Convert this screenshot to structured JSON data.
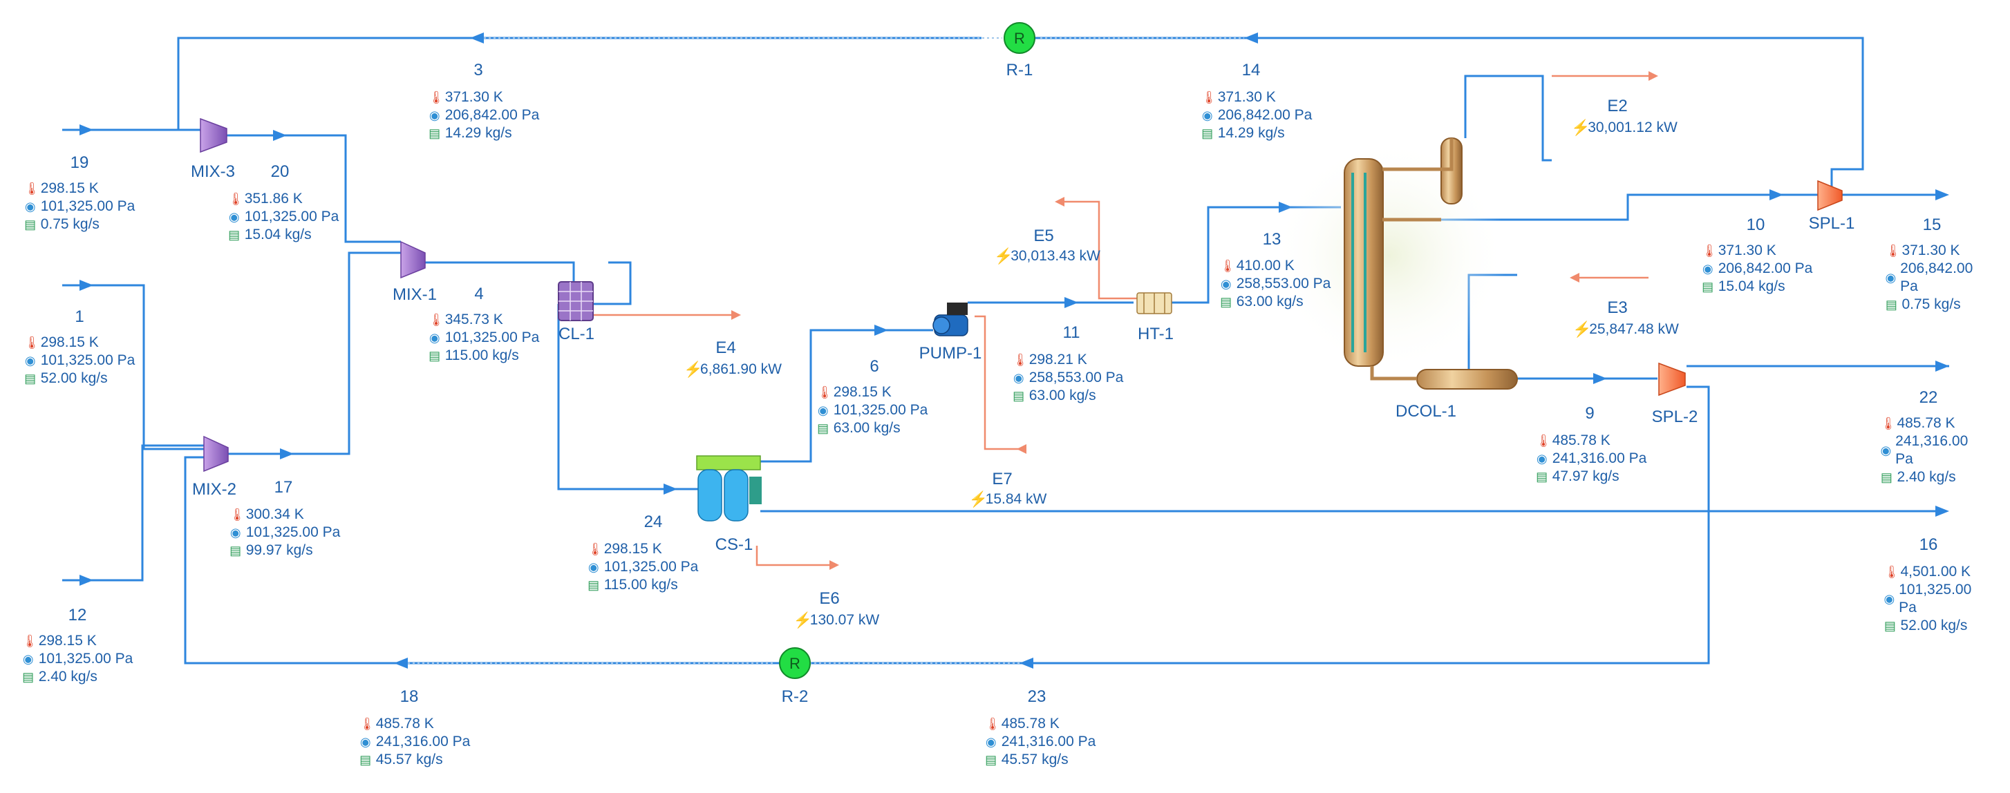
{
  "icons": {
    "temperature": "thermometer-icon",
    "pressure": "pressure-gauge-icon",
    "flow": "mass-flow-icon",
    "energy": "energy-bolt-icon",
    "recycle": "recycle-R-icon"
  },
  "colors": {
    "stream": "#2e86de",
    "energy": "#f08a6c",
    "recycle": "#22cc44",
    "text": "#1f5fa8"
  },
  "streams": {
    "s19": {
      "name": "19",
      "T": "298.15 K",
      "P": "101,325.00 Pa",
      "F": "0.75 kg/s"
    },
    "s1": {
      "name": "1",
      "T": "298.15 K",
      "P": "101,325.00 Pa",
      "F": "52.00 kg/s"
    },
    "s12": {
      "name": "12",
      "T": "298.15 K",
      "P": "101,325.00 Pa",
      "F": "2.40 kg/s"
    },
    "s20": {
      "name": "20",
      "T": "351.86 K",
      "P": "101,325.00 Pa",
      "F": "15.04 kg/s"
    },
    "s17": {
      "name": "17",
      "T": "300.34 K",
      "P": "101,325.00 Pa",
      "F": "99.97 kg/s"
    },
    "s3": {
      "name": "3",
      "T": "371.30 K",
      "P": "206,842.00 Pa",
      "F": "14.29 kg/s"
    },
    "s4": {
      "name": "4",
      "T": "345.73 K",
      "P": "101,325.00 Pa",
      "F": "115.00 kg/s"
    },
    "s24": {
      "name": "24",
      "T": "298.15 K",
      "P": "101,325.00 Pa",
      "F": "115.00 kg/s"
    },
    "s6": {
      "name": "6",
      "T": "298.15 K",
      "P": "101,325.00 Pa",
      "F": "63.00 kg/s"
    },
    "s11": {
      "name": "11",
      "T": "298.21 K",
      "P": "258,553.00 Pa",
      "F": "63.00 kg/s"
    },
    "s13": {
      "name": "13",
      "T": "410.00 K",
      "P": "258,553.00 Pa",
      "F": "63.00 kg/s"
    },
    "s14": {
      "name": "14",
      "T": "371.30 K",
      "P": "206,842.00 Pa",
      "F": "14.29 kg/s"
    },
    "s10": {
      "name": "10",
      "T": "371.30 K",
      "P": "206,842.00 Pa",
      "F": "15.04 kg/s"
    },
    "s15": {
      "name": "15",
      "T": "371.30 K",
      "P": "206,842.00 Pa",
      "F": "0.75 kg/s"
    },
    "s9": {
      "name": "9",
      "T": "485.78 K",
      "P": "241,316.00 Pa",
      "F": "47.97 kg/s"
    },
    "s22": {
      "name": "22",
      "T": "485.78 K",
      "P": "241,316.00 Pa",
      "F": "2.40 kg/s"
    },
    "s16": {
      "name": "16",
      "T": "4,501.00 K",
      "P": "101,325.00 Pa",
      "F": "52.00 kg/s"
    },
    "s18": {
      "name": "18",
      "T": "485.78 K",
      "P": "241,316.00 Pa",
      "F": "45.57 kg/s"
    },
    "s23": {
      "name": "23",
      "T": "485.78 K",
      "P": "241,316.00 Pa",
      "F": "45.57 kg/s"
    }
  },
  "energy": {
    "E2": {
      "name": "E2",
      "value": "30,001.12 kW"
    },
    "E3": {
      "name": "E3",
      "value": "25,847.48 kW"
    },
    "E4": {
      "name": "E4",
      "value": "6,861.90 kW"
    },
    "E5": {
      "name": "E5",
      "value": "30,013.43 kW"
    },
    "E6": {
      "name": "E6",
      "value": "130.07 kW"
    },
    "E7": {
      "name": "E7",
      "value": "15.84 kW"
    }
  },
  "units": {
    "MIX3": "MIX-3",
    "MIX1": "MIX-1",
    "MIX2": "MIX-2",
    "CL1": "CL-1",
    "CS1": "CS-1",
    "PUMP1": "PUMP-1",
    "HT1": "HT-1",
    "DCOL1": "DCOL-1",
    "SPL1": "SPL-1",
    "SPL2": "SPL-2",
    "R1": "R-1",
    "R2": "R-2"
  },
  "recycle_symbol": "R"
}
